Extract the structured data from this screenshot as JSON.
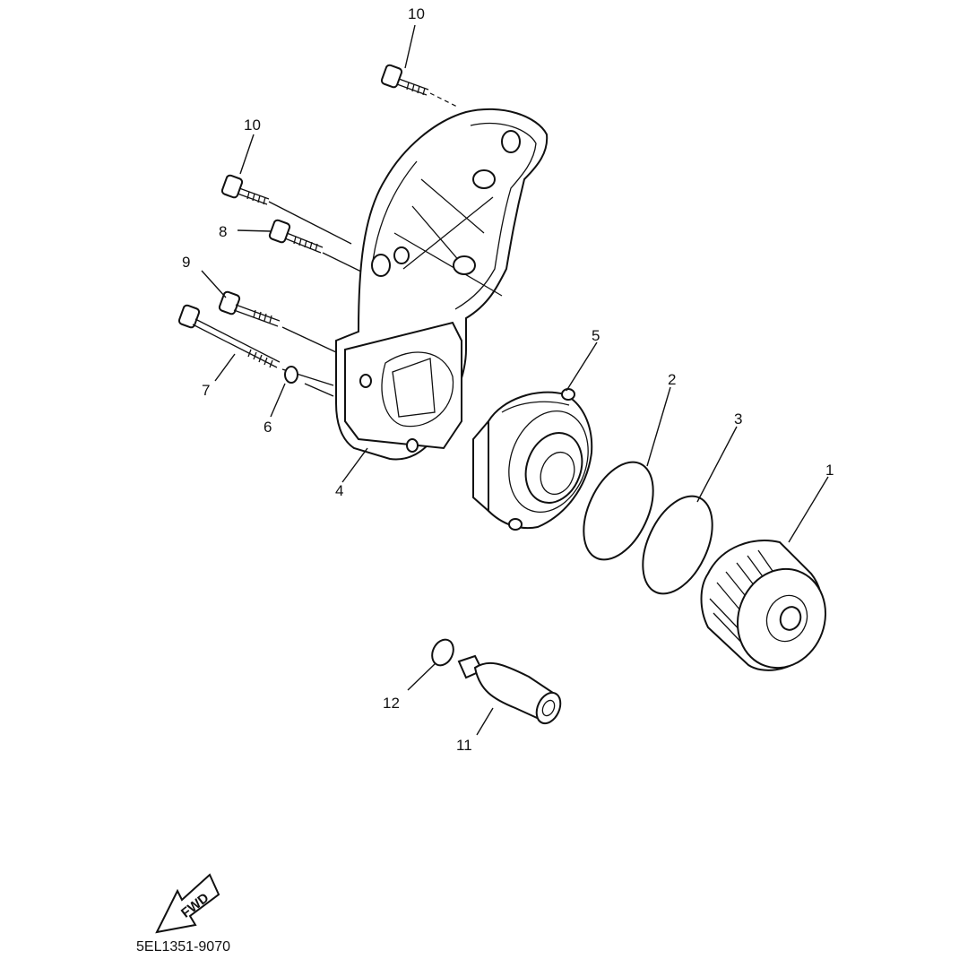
{
  "diagram": {
    "part_labels": {
      "p1": "1",
      "p2": "2",
      "p3": "3",
      "p4": "4",
      "p5": "5",
      "p6": "6",
      "p7": "7",
      "p8": "8",
      "p9": "9",
      "p10_top": "10",
      "p10_mid": "10",
      "p11": "11",
      "p12": "12"
    },
    "fwd_label": "FWD",
    "diagram_code": "5EL1351-9070"
  }
}
